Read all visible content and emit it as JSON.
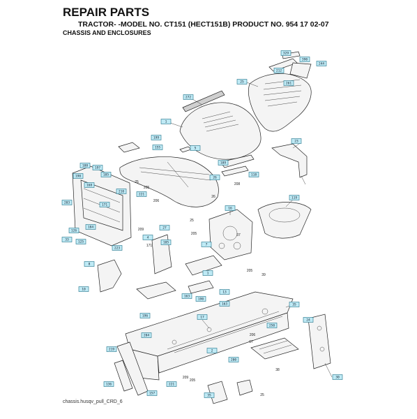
{
  "header": {
    "title": "REPAIR PARTS",
    "subtitle": "TRACTOR- -MODEL NO. CT151 (HECT151B) PRODUCT NO. 954 17 02-07",
    "section": "CHASSIS AND ENCLOSURES"
  },
  "footer": {
    "file_id": "chassis.husqv_pull_CRD_6"
  },
  "callouts": [
    "329",
    "390",
    "244",
    "212",
    "261",
    "25",
    "272",
    "1",
    "23",
    "199",
    "155",
    "5",
    "109",
    "188",
    "197",
    "185",
    "190",
    "168",
    "210",
    "118",
    "26",
    "203",
    "119",
    "171",
    "221",
    "184",
    "27",
    "126",
    "4",
    "16",
    "105",
    "33",
    "125",
    "223",
    "8",
    "7",
    "1",
    "10",
    "13",
    "163",
    "190",
    "17",
    "196",
    "163",
    "35",
    "250",
    "24",
    "204",
    "219",
    "2",
    "200",
    "221",
    "157",
    "136",
    "30",
    "35"
  ],
  "plain_labels": [
    "25",
    "26",
    "205",
    "206",
    "208",
    "209",
    "25",
    "37",
    "171",
    "205",
    "205",
    "206",
    "39",
    "38",
    "25",
    "67",
    "209",
    "205"
  ]
}
